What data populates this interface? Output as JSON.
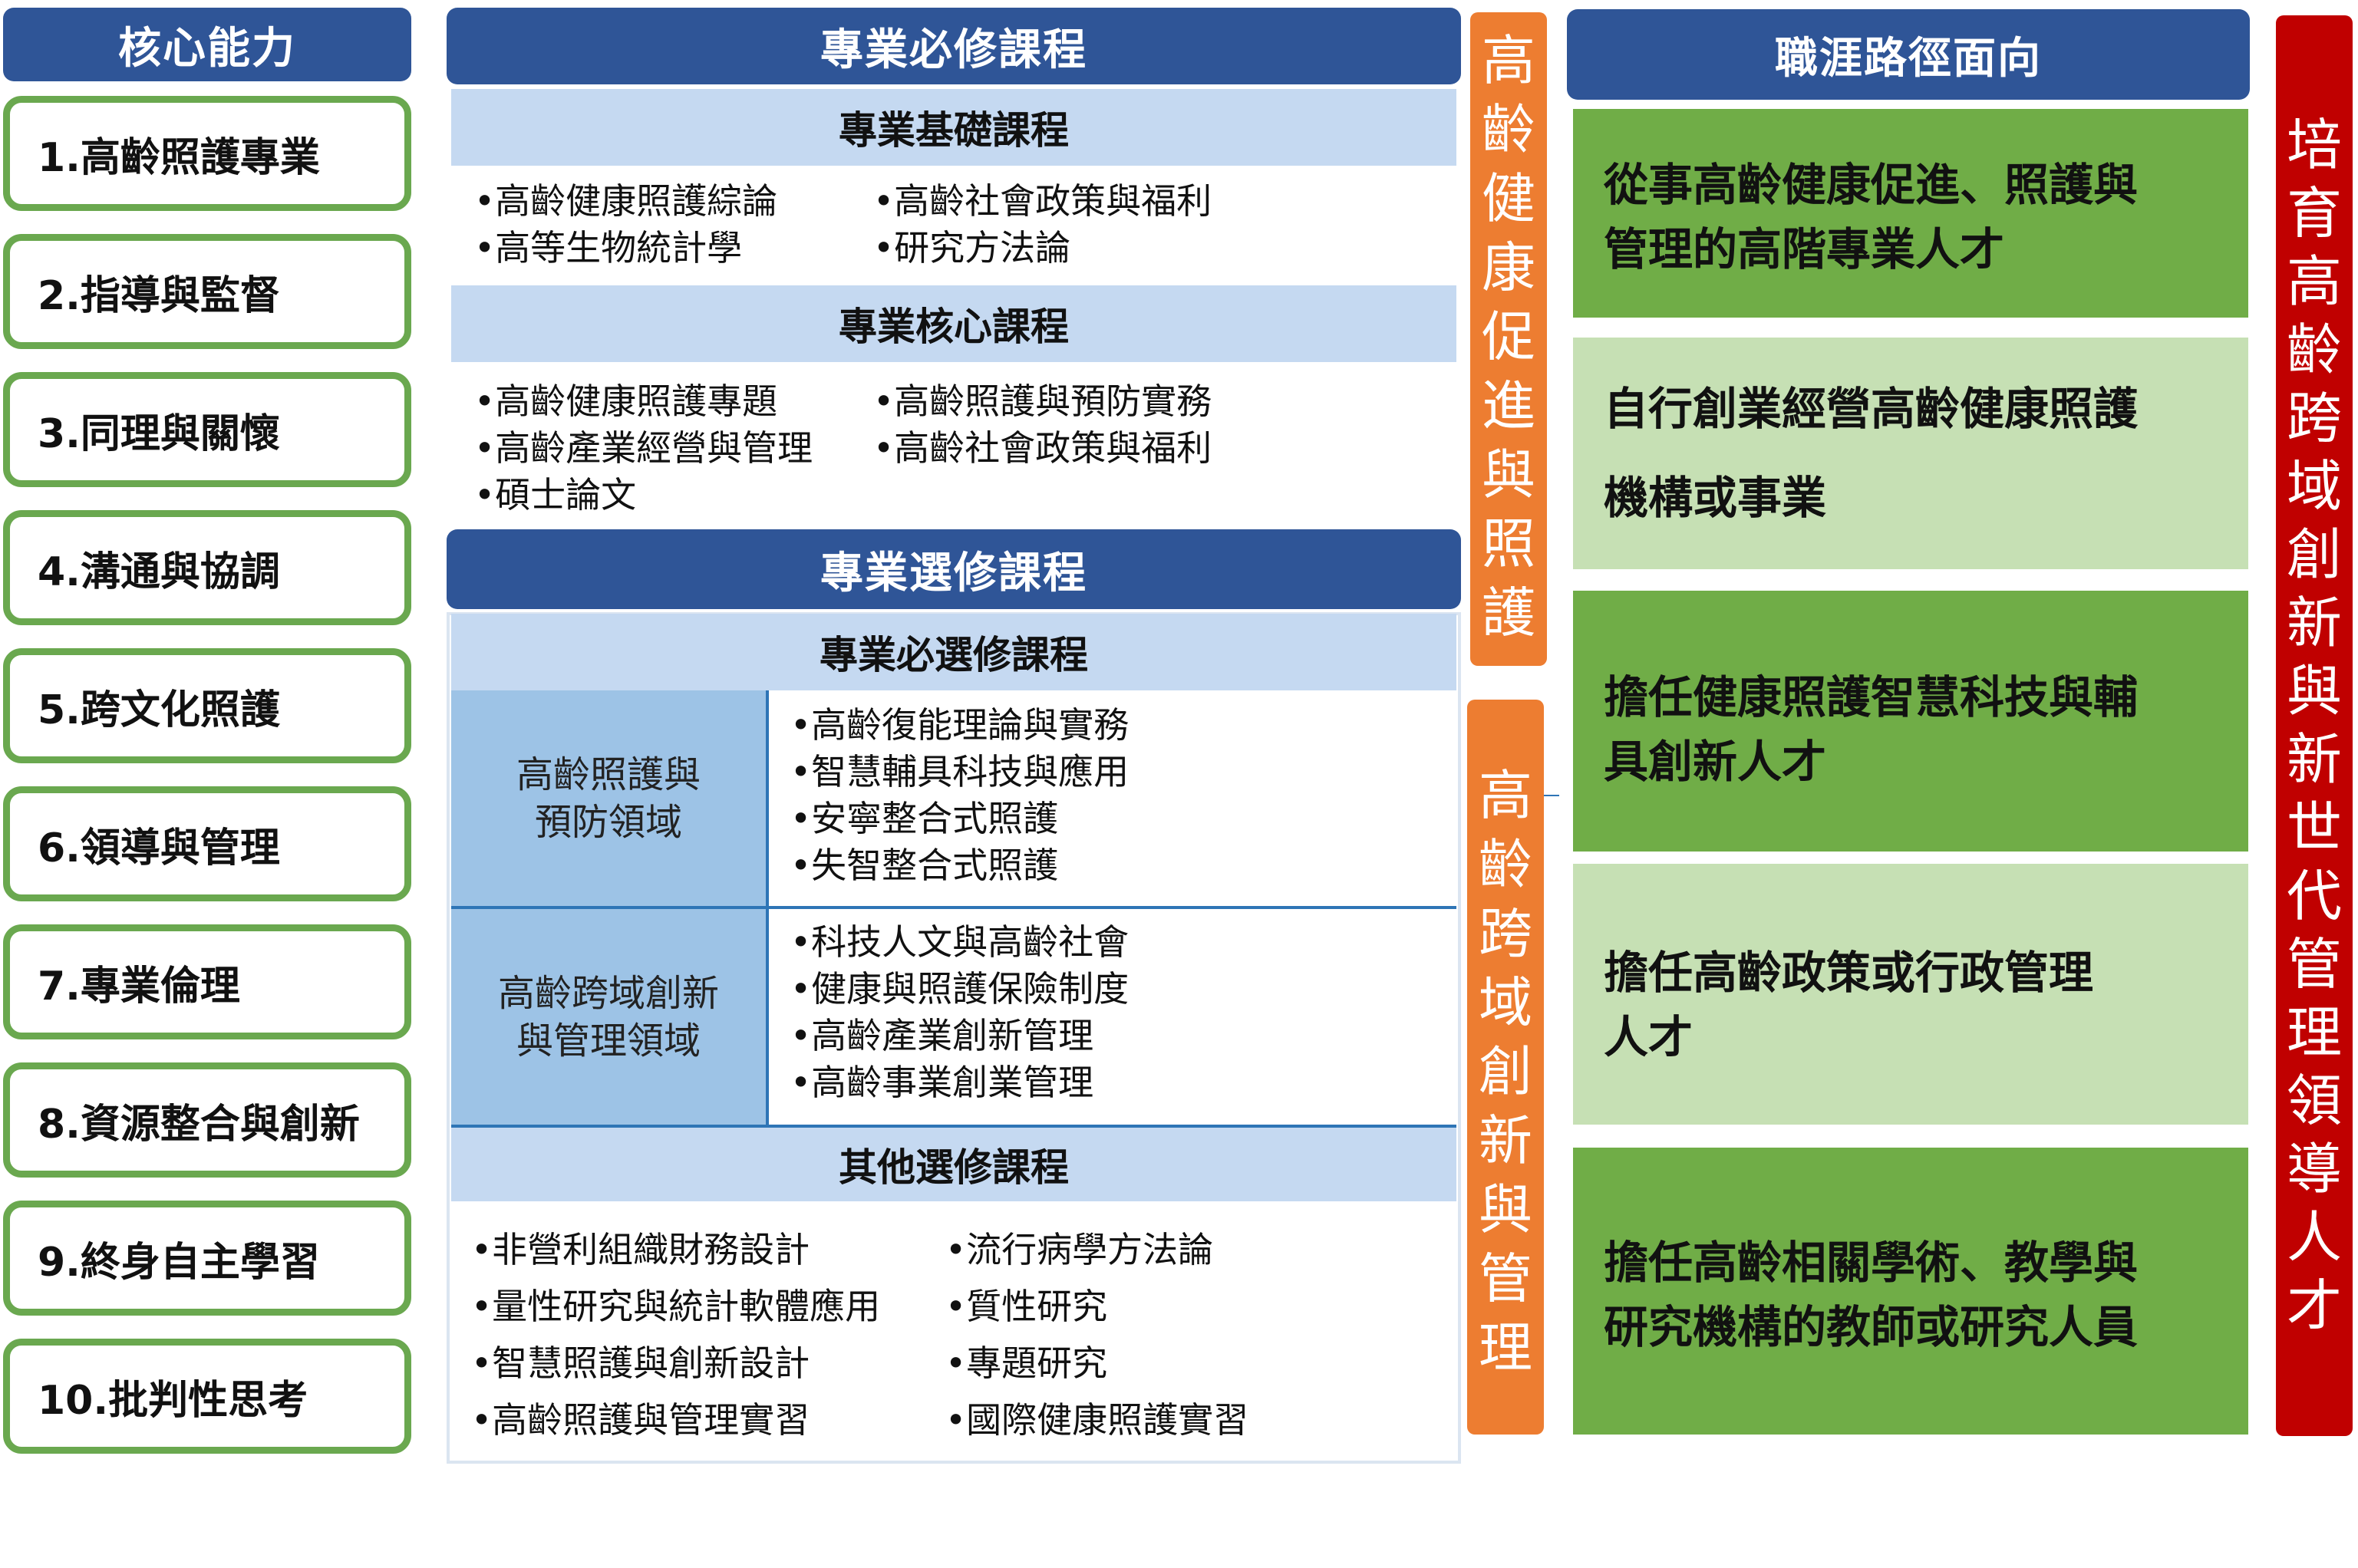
{
  "core": {
    "header": "核心能力",
    "items": [
      "1.高齡照護專業",
      "2.指導與監督",
      "3.同理與關懷",
      "4.溝通與協調",
      "5.跨文化照護",
      "6.領導與管理",
      "7.專業倫理",
      "8.資源整合與創新",
      "9.終身自主學習",
      "10.批判性思考"
    ]
  },
  "required": {
    "header": "專業必修課程",
    "basic": {
      "title": "專業基礎課程",
      "left": [
        "高齡健康照護綜論",
        "高等生物統計學"
      ],
      "right": [
        "高齡社會政策與福利",
        "研究方法論"
      ]
    },
    "core": {
      "title": "專業核心課程",
      "left": [
        "高齡健康照護專題",
        "高齡產業經營與管理",
        "碩士論文"
      ],
      "right": [
        "高齡照護與預防實務",
        "高齡社會政策與福利"
      ]
    }
  },
  "elective": {
    "header": "專業選修課程",
    "required_elective_title": "專業必選修課程",
    "domains": [
      {
        "name_lines": [
          "高齡照護與",
          "預防領域"
        ],
        "courses": [
          "高齡復能理論與實務",
          "智慧輔具科技與應用",
          "安寧整合式照護",
          "失智整合式照護"
        ]
      },
      {
        "name_lines": [
          "高齡跨域創新",
          "與管理領域"
        ],
        "courses": [
          "科技人文與高齡社會",
          "健康與照護保險制度",
          "高齡產業創新管理",
          "高齡事業創業管理"
        ]
      }
    ],
    "other": {
      "title": "其他選修課程",
      "left": [
        "非營利組織財務設計",
        "量性研究與統計軟體應用",
        "智慧照護與創新設計",
        "高齡照護與管理實習"
      ],
      "right": [
        "流行病學方法論",
        "質性研究",
        "專題研究",
        "國際健康照護實習"
      ]
    }
  },
  "tracks": [
    {
      "text": "高齡健康促進與照護"
    },
    {
      "text": "高齡跨域創新與管理"
    }
  ],
  "career": {
    "header": "職涯路徑面向",
    "items": [
      {
        "lines": [
          "從事高齡健康促進、照護與",
          "管理的高階專業人才"
        ]
      },
      {
        "lines": [
          "自行創業經營高齡健康照護",
          "機構或事業"
        ]
      },
      {
        "lines": [
          "擔任健康照護智慧科技與輔",
          "具創新人才"
        ]
      },
      {
        "lines": [
          "擔任高齡政策或行政管理",
          "人才"
        ]
      },
      {
        "lines": [
          "擔任高齡相關學術、教學與",
          "研究機構的教師或研究人員"
        ]
      }
    ]
  },
  "goal": {
    "text": "培育高齡跨域創新與新世代管理領導人才"
  },
  "colors": {
    "header_blue": "#2f5597",
    "ability_border": "#6aa84f",
    "subheader_blue": "#c5d9f1",
    "domain_blue": "#9dc3e6",
    "track_orange": "#ed7d31",
    "career_dark": "#70ad47",
    "career_light": "#c6e0b4",
    "goal_red": "#c00000"
  }
}
